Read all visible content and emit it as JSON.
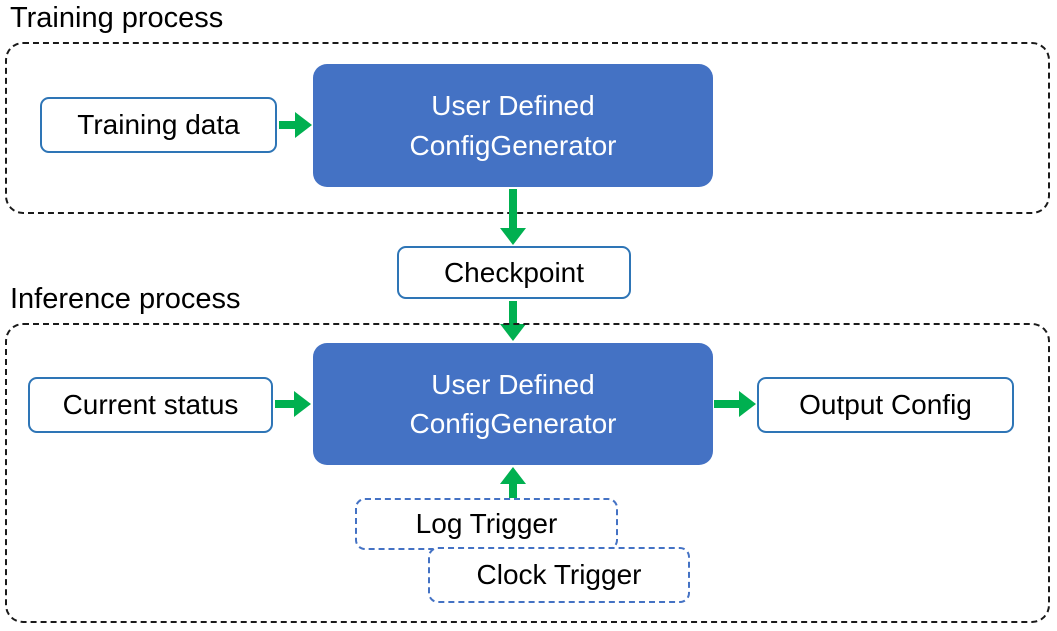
{
  "colors": {
    "generator_fill": "#4472C4",
    "box_border_blue": "#2E75B6",
    "arrow_green": "#00B050",
    "container_dash": "#1a1a1a"
  },
  "training": {
    "label": "Training process",
    "input_box": "Training data",
    "generator_line1": "User Defined",
    "generator_line2": "ConfigGenerator"
  },
  "checkpoint": {
    "label": "Checkpoint"
  },
  "inference": {
    "label": "Inference process",
    "input_box": "Current status",
    "generator_line1": "User Defined",
    "generator_line2": "ConfigGenerator",
    "output_box": "Output Config",
    "log_trigger": "Log Trigger",
    "clock_trigger": "Clock Trigger"
  }
}
